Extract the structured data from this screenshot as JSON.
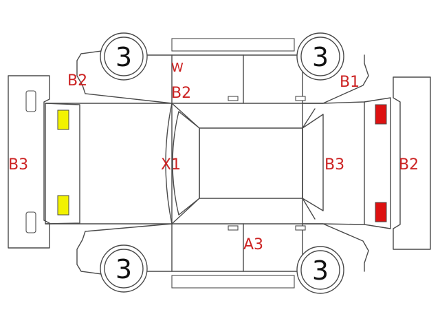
{
  "colors": {
    "outline": "#4a4a4a",
    "damage_code": "#cc2222",
    "front_lamp": "#f2f200",
    "rear_lamp": "#dd1111",
    "background": "#ffffff"
  },
  "wheels": [
    {
      "id": "front-left",
      "label": "3"
    },
    {
      "id": "front-right",
      "label": "3"
    },
    {
      "id": "rear-left",
      "label": "3"
    },
    {
      "id": "rear-right",
      "label": "3"
    }
  ],
  "damage_codes": {
    "front_left_fender": "B2",
    "windshield_pillar_w": "W",
    "windshield_pillar_b": "B2",
    "right_rear_fender": "B1",
    "front_bumper": "B3",
    "hood": "X1",
    "trunk_lid": "B3",
    "rear_bumper": "B2",
    "left_rear_door": "A3"
  }
}
